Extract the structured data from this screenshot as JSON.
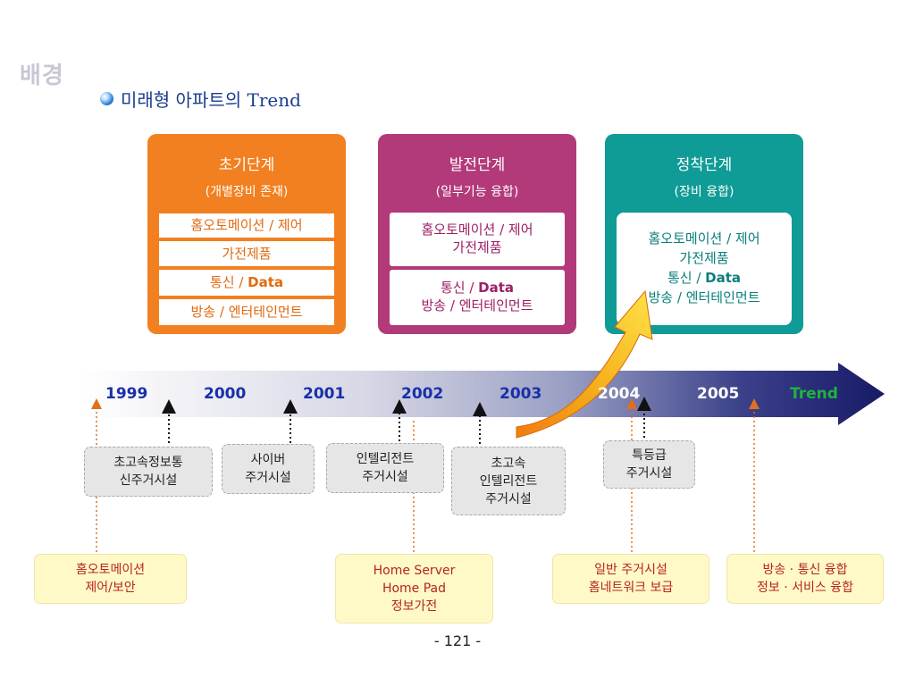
{
  "header": {
    "section_title": "배경",
    "subtitle": "미래형 아파트의 Trend"
  },
  "stages": [
    {
      "name": "초기단계",
      "desc": "(개별장비 존재)",
      "items": [
        "홈오토메이션 / 제어",
        "가전제품",
        "통신 / ",
        "방송 / 엔터테인먼트"
      ],
      "items_bold": [
        "",
        "",
        "Data",
        ""
      ]
    },
    {
      "name": "발전단계",
      "desc": "(일부기능 융합)",
      "items": [
        "홈오토메이션 / 제어",
        "가전제품",
        "통신 / ",
        "방송 / 엔터테인먼트"
      ],
      "items_bold": [
        "",
        "",
        "Data",
        ""
      ]
    },
    {
      "name": "정착단계",
      "desc": "(장비 융합)",
      "items": [
        "홈오토메이션 / 제어",
        "가전제품",
        "통신 / ",
        "방송 / 엔터테인먼트"
      ],
      "items_bold": [
        "",
        "",
        "Data",
        ""
      ]
    }
  ],
  "timeline": {
    "years": [
      "1999",
      "2000",
      "2001",
      "2002",
      "2003",
      "2004",
      "2005",
      "Trend"
    ]
  },
  "upper_notes": [
    [
      "초고속정보통",
      "신주거시설"
    ],
    [
      "사이버",
      "주거시설"
    ],
    [
      "인텔리전트",
      "주거시설"
    ],
    [
      "초고속",
      "인텔리전트",
      "주거시설"
    ],
    [
      "특등급",
      "주거시설"
    ]
  ],
  "lower_notes": [
    [
      "홈오토메이션",
      "제어/보안"
    ],
    [
      "Home Server",
      "Home Pad",
      "정보가전"
    ],
    [
      "일반 주거시설",
      "홈네트워크 보급"
    ],
    [
      "방송 · 통신 융합",
      "정보  · 서비스 융합"
    ]
  ],
  "page_number": "- 121 -",
  "colors": {
    "initial_stage": "#f28020",
    "development_stage": "#b23a7a",
    "settlement_stage": "#0f9b96",
    "year_label": "#1a2fa8",
    "trend_label": "#1fb33c",
    "note_text": "#b8241c",
    "arrow_dark": "#181a66"
  }
}
